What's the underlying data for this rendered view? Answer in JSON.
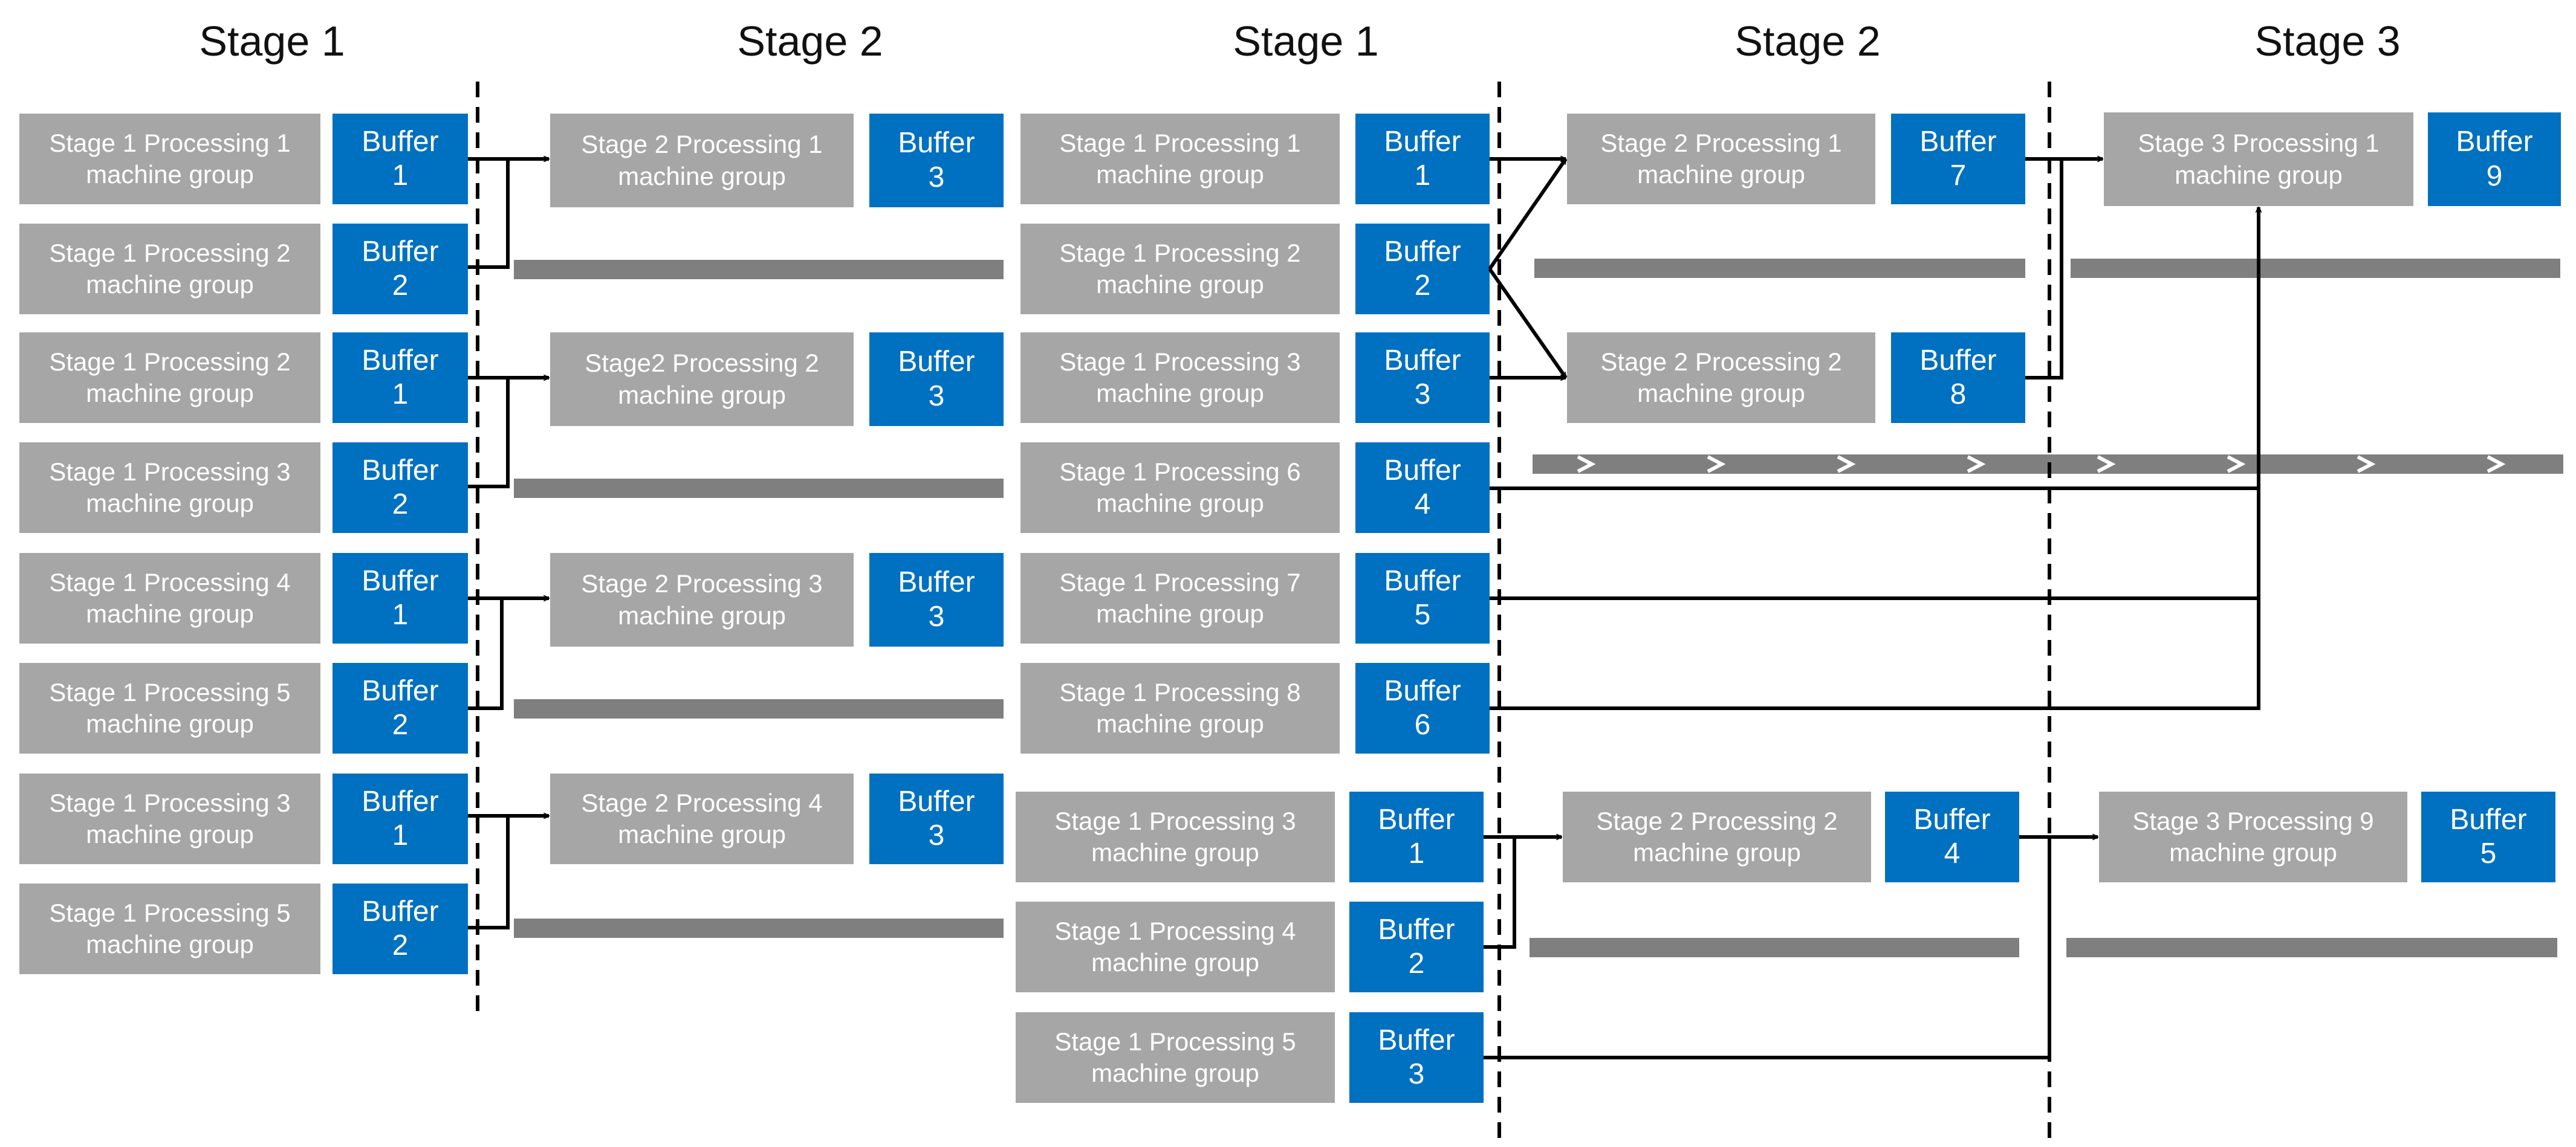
{
  "headers": [
    "Stage 1",
    "Stage 2",
    "Stage 1",
    "Stage 2",
    "Stage 3"
  ],
  "left_rows": [
    {
      "proc": "Stage 1 Processing 1\nmachine group",
      "buf": "Buffer\n1"
    },
    {
      "proc": "Stage 1 Processing 2\nmachine group",
      "buf": "Buffer\n2"
    },
    {
      "proc": "Stage 1 Processing 2\nmachine group",
      "buf": "Buffer\n1"
    },
    {
      "proc": "Stage 1 Processing 3\nmachine group",
      "buf": "Buffer\n2"
    },
    {
      "proc": "Stage 1 Processing 4\nmachine group",
      "buf": "Buffer\n1"
    },
    {
      "proc": "Stage 1 Processing 5\nmachine group",
      "buf": "Buffer\n2"
    },
    {
      "proc": "Stage 1 Processing 3\nmachine group",
      "buf": "Buffer\n1"
    },
    {
      "proc": "Stage 1 Processing 5\nmachine group",
      "buf": "Buffer\n2"
    }
  ],
  "left_stage2": [
    {
      "proc": "Stage 2 Processing 1\nmachine group",
      "buf": "Buffer\n3"
    },
    {
      "proc": "Stage2 Processing 2\nmachine group",
      "buf": "Buffer\n3"
    },
    {
      "proc": "Stage 2 Processing 3\nmachine group",
      "buf": "Buffer\n3"
    },
    {
      "proc": "Stage 2 Processing 4\nmachine group",
      "buf": "Buffer\n3"
    }
  ],
  "right_rows": [
    {
      "proc": "Stage 1 Processing 1\nmachine group",
      "buf": "Buffer\n1"
    },
    {
      "proc": "Stage 1 Processing 2\nmachine group",
      "buf": "Buffer\n2"
    },
    {
      "proc": "Stage 1 Processing 3\nmachine group",
      "buf": "Buffer\n3"
    },
    {
      "proc": "Stage 1 Processing 6\nmachine group",
      "buf": "Buffer\n4"
    },
    {
      "proc": "Stage 1 Processing 7\nmachine group",
      "buf": "Buffer\n5"
    },
    {
      "proc": "Stage 1 Processing 8\nmachine group",
      "buf": "Buffer\n6"
    }
  ],
  "right_stage2": [
    {
      "proc": "Stage 2 Processing 1\nmachine group",
      "buf": "Buffer\n7"
    },
    {
      "proc": "Stage 2 Processing 2\nmachine group",
      "buf": "Buffer\n8"
    }
  ],
  "right_stage3": {
    "proc": "Stage 3 Processing 1\nmachine group",
    "buf": "Buffer\n9"
  },
  "bottom_rows": [
    {
      "proc": "Stage 1 Processing 3\nmachine group",
      "buf": "Buffer\n1"
    },
    {
      "proc": "Stage 1 Processing 4\nmachine group",
      "buf": "Buffer\n2"
    },
    {
      "proc": "Stage 1 Processing 5\nmachine group",
      "buf": "Buffer\n3"
    }
  ],
  "bottom_stage2": {
    "proc": "Stage 2 Processing 2\nmachine group",
    "buf": "Buffer\n4"
  },
  "bottom_stage3": {
    "proc": "Stage 3 Processing 9\nmachine group",
    "buf": "Buffer\n5"
  },
  "colors": {
    "process": "#a6a6a6",
    "buffer": "#0070c0",
    "bar": "#7f7f7f",
    "line": "#000000"
  }
}
